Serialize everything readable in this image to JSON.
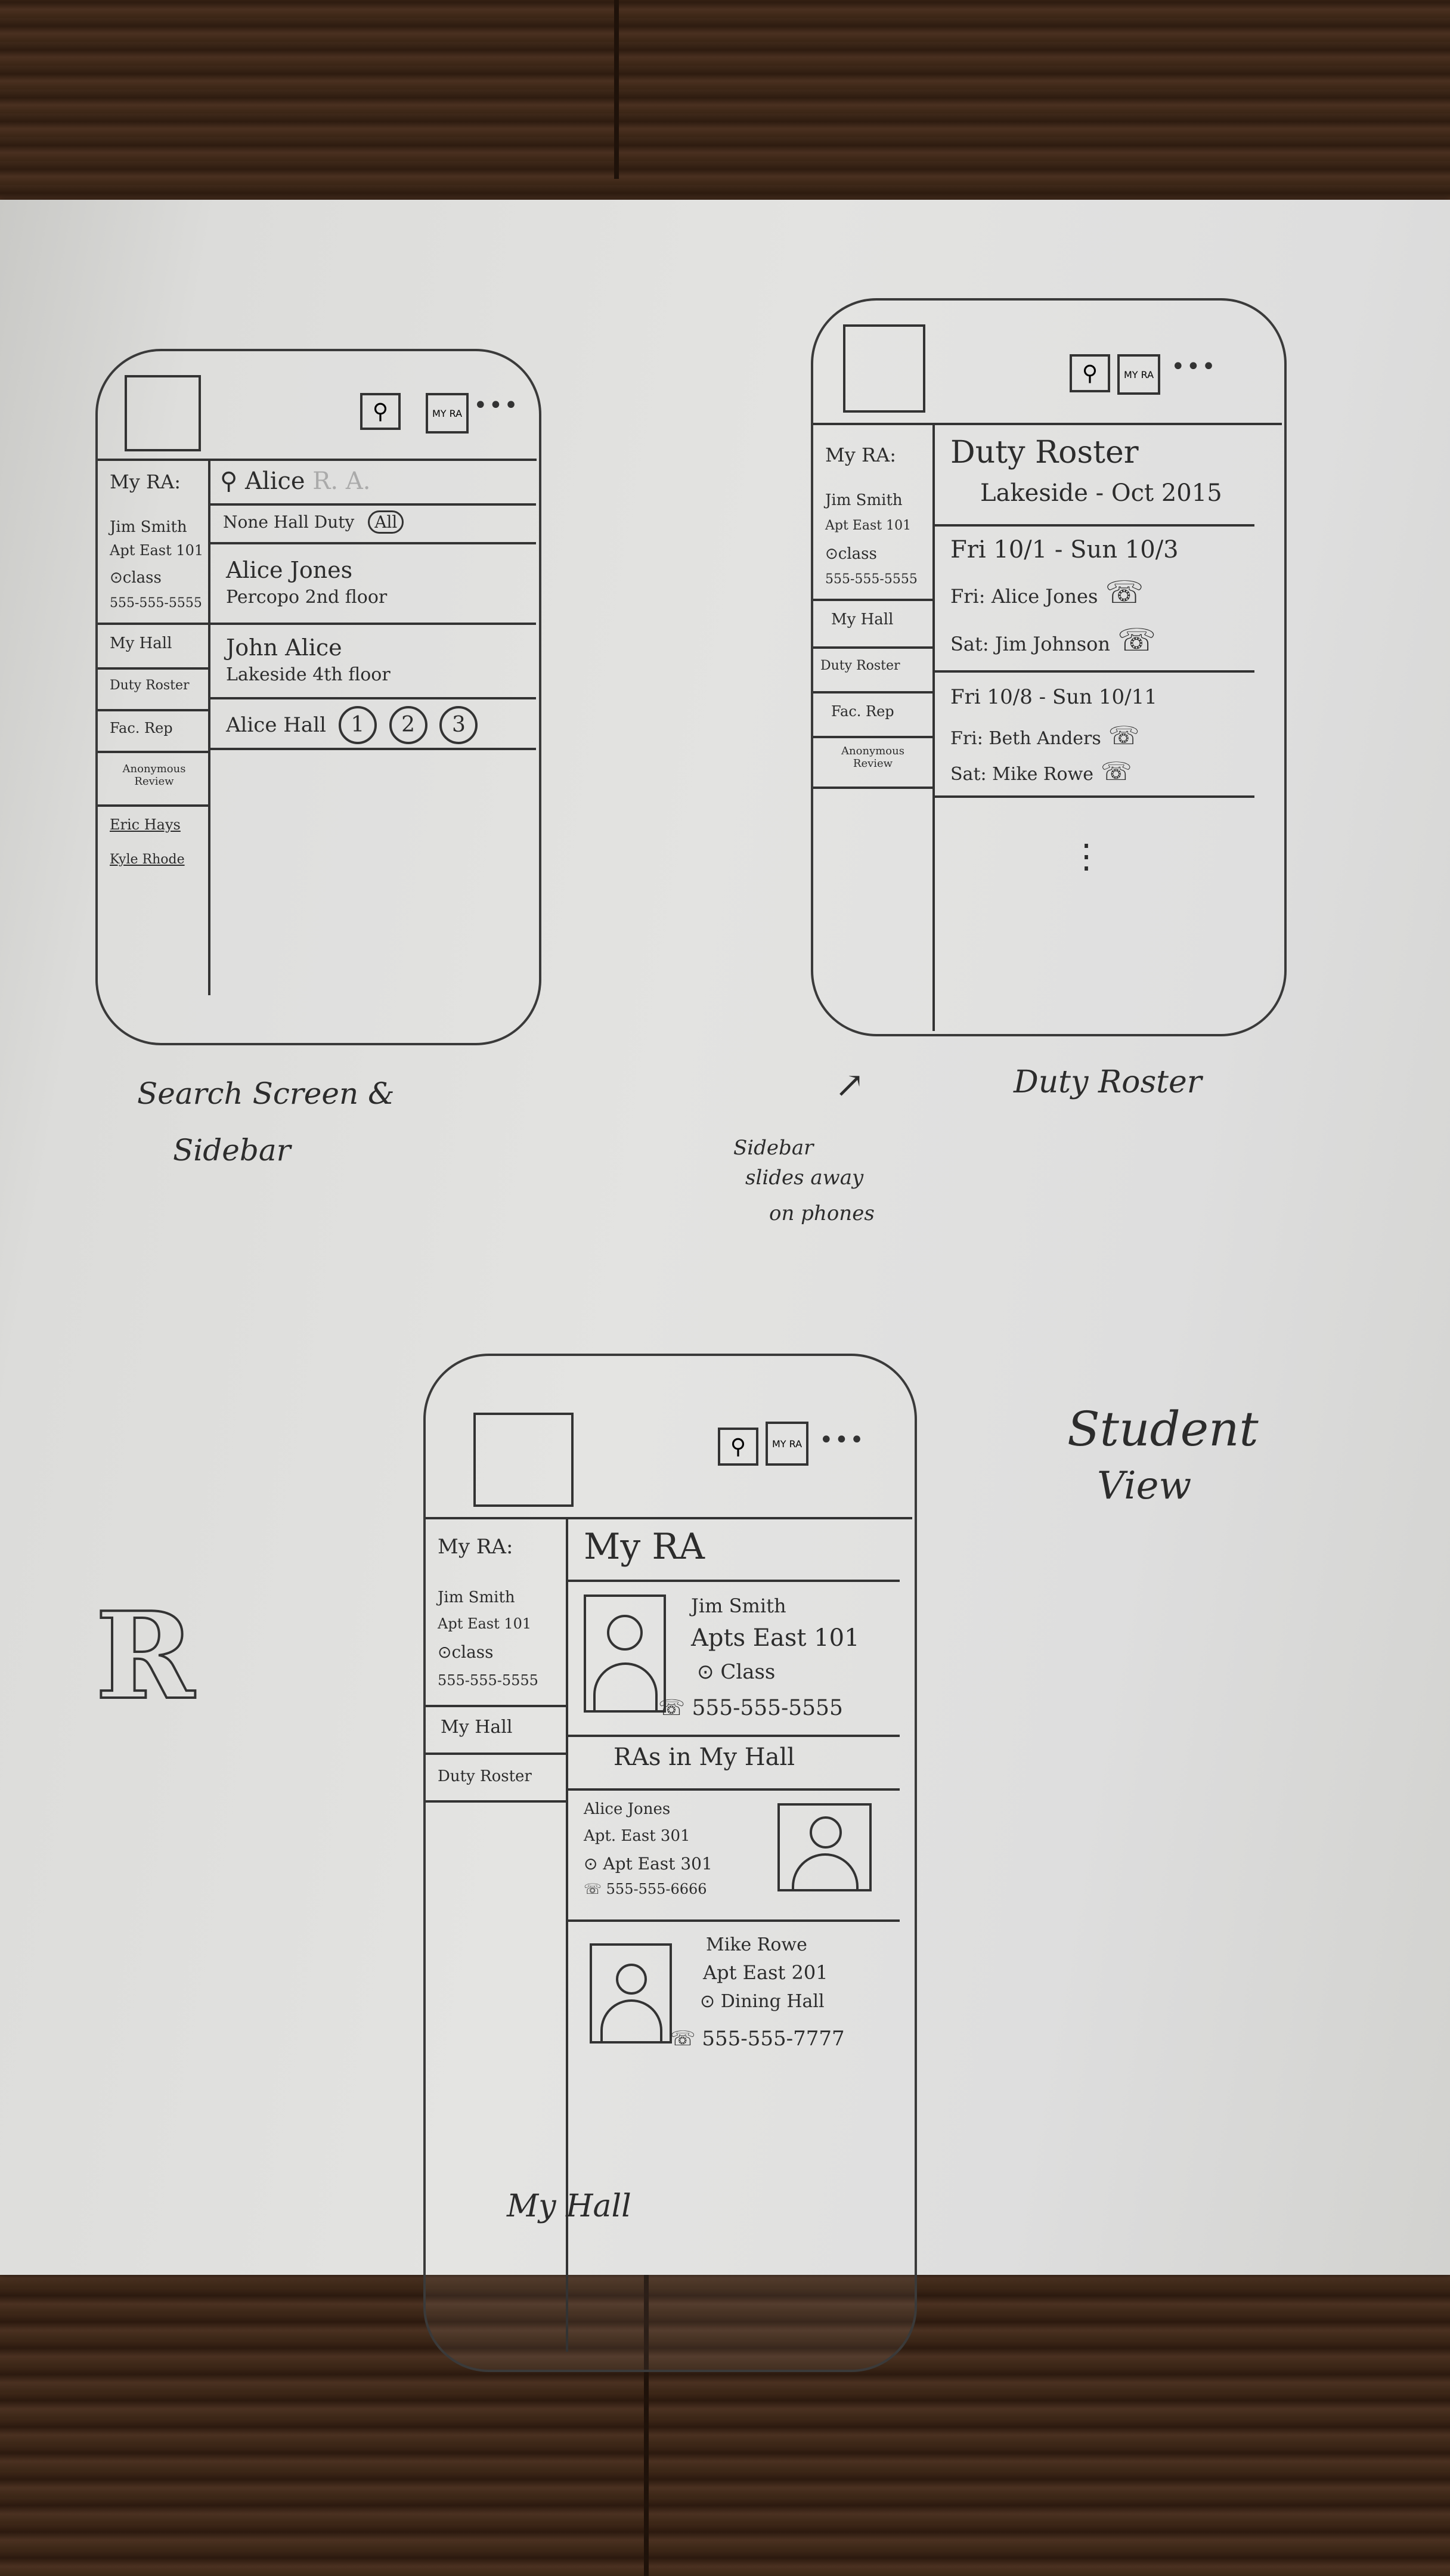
{
  "screen1": {
    "caption_line1": "Search Screen &",
    "caption_line2": "Sidebar",
    "search_text": "Alice",
    "search_hint": "R. A.",
    "sidebar": {
      "my_ra_label": "My RA:",
      "ra_name": "Jim Smith",
      "ra_apt": "Apt East 101",
      "ra_location": "class",
      "ra_phone": "555-555-5555",
      "nav": [
        "My Hall",
        "Duty Roster",
        "Fac. Rep",
        "Anonymous Review",
        "Eric Hays",
        "Kyle Rhode"
      ]
    },
    "filter_label": "None  Hall Duty",
    "filter_badge": "All",
    "results": [
      {
        "name": "Alice Jones",
        "detail": "Percopo 2nd floor"
      },
      {
        "name": "John Alice",
        "detail": "Lakeside 4th floor"
      }
    ],
    "hall_result": "Alice Hall",
    "hall_pages": [
      "1",
      "2",
      "3"
    ]
  },
  "screen2": {
    "caption": "Duty Roster",
    "note_lines": [
      "Sidebar",
      "slides away",
      "on phones"
    ],
    "sidebar": {
      "my_ra_label": "My RA:",
      "ra_name": "Jim Smith",
      "ra_apt": "Apt East 101",
      "ra_location": "class",
      "ra_phone": "555-555-5555",
      "nav": [
        "My Hall",
        "Duty Roster",
        "Fac. Rep",
        "Anonymous Review"
      ]
    },
    "title": "Duty Roster",
    "subtitle": "Lakeside - Oct 2015",
    "weeks": [
      {
        "range": "Fri 10/1 - Sun 10/3",
        "fri": "Fri: Alice Jones",
        "sat": "Sat: Jim Johnson"
      },
      {
        "range": "Fri 10/8 - Sun 10/11",
        "fri": "Fri: Beth Anders",
        "sat": "Sat: Mike Rowe"
      }
    ],
    "more": "⋮"
  },
  "screen3": {
    "caption": "My Hall",
    "side_title_line1": "Student",
    "side_title_line2": "View",
    "sidebar": {
      "my_ra_label": "My RA:",
      "ra_name": "Jim Smith",
      "ra_apt": "Apt East 101",
      "ra_location": "class",
      "ra_phone": "555-555-5555",
      "nav": [
        "My Hall",
        "Duty Roster"
      ]
    },
    "title": "My RA",
    "my_ra": {
      "name": "Jim Smith",
      "apt": "Apts East 101",
      "location": "Class",
      "phone": "555-555-5555"
    },
    "section_title": "RAs in My Hall",
    "ras": [
      {
        "name": "Alice Jones",
        "apt": "Apt. East 301",
        "location": "Apt East 301",
        "phone": "555-555-6666"
      },
      {
        "name": "Mike Rowe",
        "apt": "Apt East 201",
        "location": "Dining Hall",
        "phone": "555-555-7777"
      }
    ]
  },
  "toolbar": {
    "search_icon": "search-icon",
    "myra_label": "MY RA",
    "more": "•••"
  },
  "logo_mark": "R"
}
